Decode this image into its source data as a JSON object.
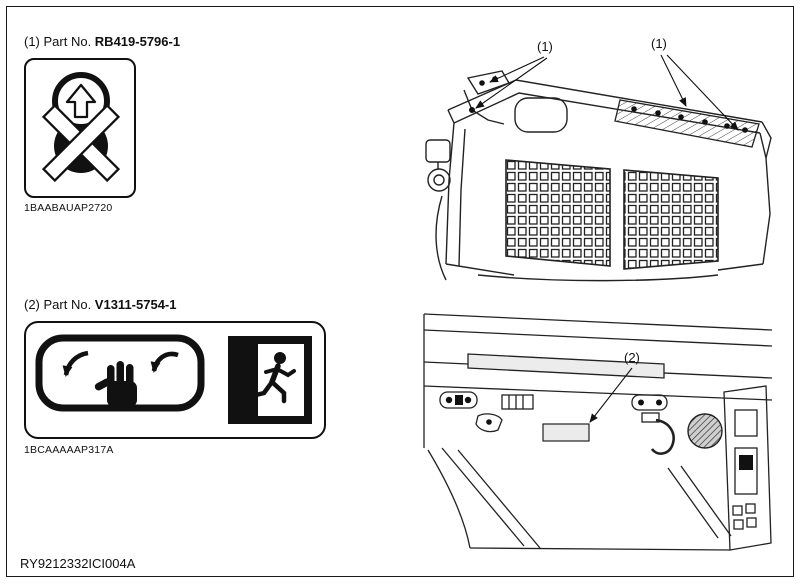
{
  "colors": {
    "line": "#222222",
    "ink": "#111111",
    "background": "#ffffff"
  },
  "page": {
    "footer_code": "RY9212332ICI004A"
  },
  "decals": [
    {
      "heading_prefix": "(1) Part No. ",
      "part_no": "RB419-5796-1",
      "code": "1BAABAUAP2720",
      "symbol": "crossed-out-up-arrow-prohibition"
    },
    {
      "heading_prefix": "(2) Part No. ",
      "part_no": "V1311-5754-1",
      "code": "1BCAAAAAP317A",
      "symbol_left": "hand-pinch-rear-window-warning",
      "symbol_right": "emergency-exit-running-person"
    }
  ],
  "illustrations": [
    {
      "name": "machine-rear-rops-view",
      "callouts": [
        "(1)",
        "(1)"
      ]
    },
    {
      "name": "cab-interior-rear-view",
      "callouts": [
        "(2)"
      ]
    }
  ]
}
